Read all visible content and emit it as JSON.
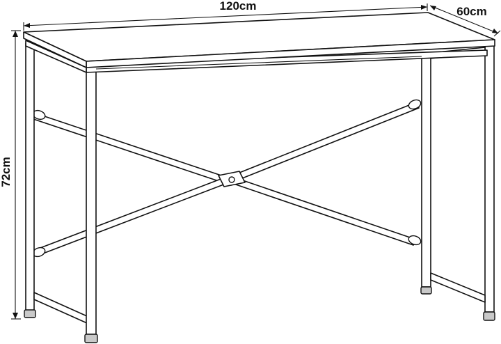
{
  "dimensions": {
    "width_label": "120cm",
    "depth_label": "60cm",
    "height_label": "72cm"
  },
  "colors": {
    "line": "#111111",
    "background": "#ffffff",
    "foot": "#c9c9c9"
  }
}
